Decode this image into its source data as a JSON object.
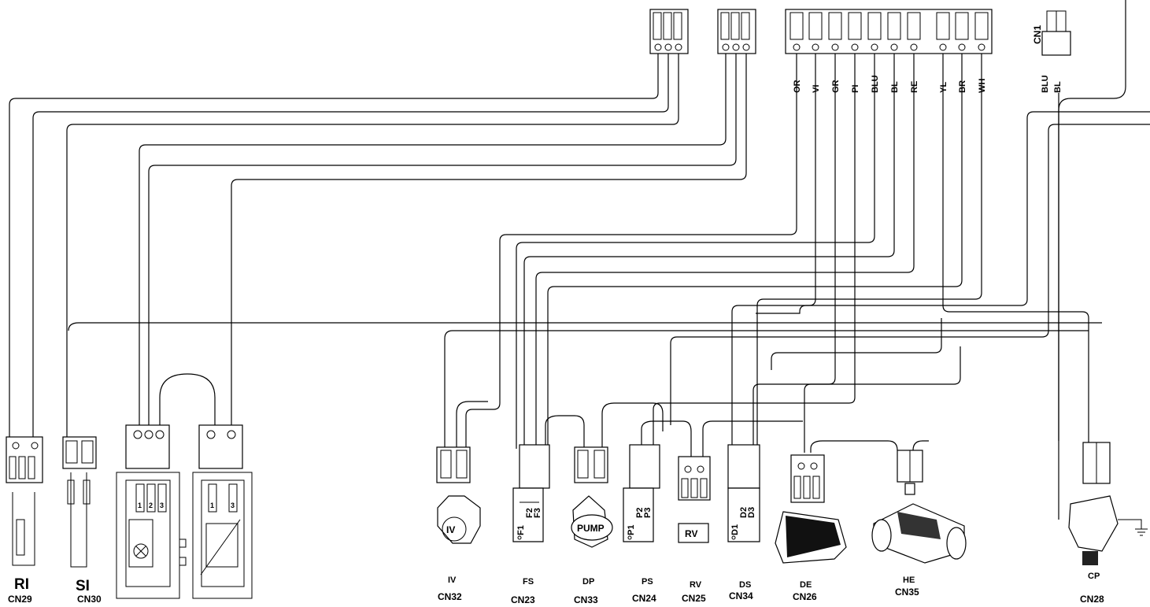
{
  "top_connectors": {
    "cn1": "CN1",
    "cn1_wires": [
      "BLU",
      "BL"
    ],
    "harness_wires": [
      "OR",
      "VI",
      "GR",
      "PI",
      "BLU",
      "BL",
      "RE",
      "YL",
      "BR",
      "WH"
    ]
  },
  "components": [
    {
      "key": "ri",
      "code": "RI",
      "cn": "CN29"
    },
    {
      "key": "si",
      "code": "SI",
      "cn": "CN30"
    },
    {
      "key": "iv",
      "code": "IV",
      "cn": "CN32"
    },
    {
      "key": "fs",
      "code": "FS",
      "cn": "CN23"
    },
    {
      "key": "dp",
      "code": "DP",
      "cn": "CN33"
    },
    {
      "key": "ps",
      "code": "PS",
      "cn": "CN24"
    },
    {
      "key": "rv",
      "code": "RV",
      "cn": "CN25"
    },
    {
      "key": "ds",
      "code": "DS",
      "cn": "CN34"
    },
    {
      "key": "de",
      "code": "DE",
      "cn": "CN26"
    },
    {
      "key": "he",
      "code": "HE",
      "cn": "CN35"
    },
    {
      "key": "cp",
      "code": "CP",
      "cn": "CN28"
    }
  ],
  "symbols": {
    "iv": "IV",
    "pump": "PUMP",
    "rv": "RV",
    "fs_pins": [
      "F1",
      "F2",
      "F3"
    ],
    "ps_pins": [
      "P1",
      "P2",
      "P3"
    ],
    "ds_pins": [
      "D1",
      "D2",
      "D3"
    ],
    "pin_numbers": [
      "1",
      "2",
      "3"
    ]
  }
}
